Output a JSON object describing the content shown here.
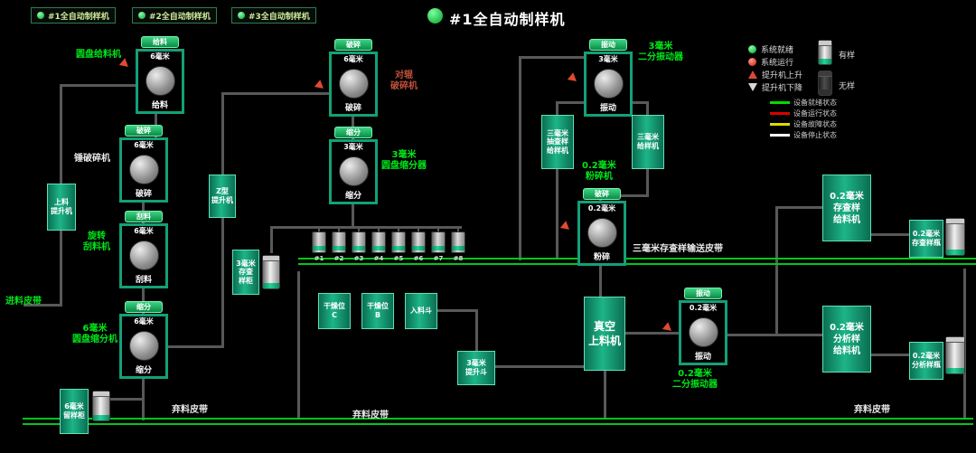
{
  "tabs": [
    {
      "label": "#1全自动制样机"
    },
    {
      "label": "#2全自动制样机"
    },
    {
      "label": "#3全自动制样机"
    }
  ],
  "header": {
    "title": "#1全自动制样机"
  },
  "machines": [
    {
      "tag": "给料",
      "size": "6毫米",
      "name": "给料"
    },
    {
      "tag": "破碎",
      "size": "6毫米",
      "name": "破碎"
    },
    {
      "tag": "刮料",
      "size": "6毫米",
      "name": "刮料"
    },
    {
      "tag": "缩分",
      "size": "6毫米",
      "name": "缩分"
    },
    {
      "tag": "破碎",
      "size": "6毫米",
      "name": "破碎"
    },
    {
      "tag": "缩分",
      "size": "3毫米",
      "name": "缩分"
    },
    {
      "tag": "振动",
      "size": "3毫米",
      "name": "振动"
    },
    {
      "tag": "破碎",
      "size": "0.2毫米",
      "name": "粉碎"
    },
    {
      "tag": "振动",
      "size": "0.2毫米",
      "name": "振动"
    }
  ],
  "labels": {
    "disc_feeder": "圆盘给料机",
    "hammer_crusher": "锤破碎机",
    "rotary_scraper": "旋转\n刮料机",
    "divider_6mm": "6毫米\n圆盘缩分机",
    "feed_belt": "进料皮带",
    "roller_crusher": "对辊\n破碎机",
    "disc_divider_3mm": "3毫米\n圆盘缩分器",
    "vibrator_3mm": "3毫米\n二分振动器",
    "pulverizer_02mm": "0.2毫米\n粉碎机",
    "vibrator_02mm": "0.2毫米\n二分振动器",
    "mid_belt": "三毫米存查样输送皮带",
    "waste_belt_1": "弃料皮带",
    "waste_belt_2": "弃料皮带",
    "waste_belt_3": "弃料皮带"
  },
  "blocks": {
    "loading_hoist": "上料\n提升机",
    "z_hoist": "Z型\n提升机",
    "store_3mm": "3毫米\n存查\n样柜",
    "retain_6mm": "6毫米\n留样柜",
    "dry_c": "干燥位\nC",
    "dry_b": "干燥位\nB",
    "inlet_hopper": "入料斗",
    "lift_3mm": "3毫米\n提升斗",
    "spot_feeder_3mm": "三毫米\n抽查样\n给样机",
    "feeder_3mm": "三毫米\n给样机",
    "vacuum_loader": "真空\n上料机",
    "store_feeder_02": "0.2毫米\n存查样\n给料机",
    "store_bottle_02": "0.2毫米\n存查样瓶",
    "analysis_feeder_02": "0.2毫米\n分析样\n给料机",
    "analysis_bottle_02": "0.2毫米\n分析样瓶"
  },
  "hoppers": [
    "#1",
    "#2",
    "#3",
    "#4",
    "#5",
    "#6",
    "#7",
    "#8"
  ],
  "legend": {
    "status": [
      {
        "label": "系统就绪",
        "color": "#22cc44"
      },
      {
        "label": "系统运行",
        "color": "#dd2222"
      },
      {
        "label": "提升机上升",
        "color": "#dd4a3a"
      },
      {
        "label": "提升机下降",
        "color": "#d8d8d8"
      }
    ],
    "samples": [
      {
        "label": "有样"
      },
      {
        "label": "无样"
      }
    ],
    "device_states": [
      {
        "label": "设备就绪状态",
        "color": "#00dd00"
      },
      {
        "label": "设备运行状态",
        "color": "#dd0000"
      },
      {
        "label": "设备故障状态",
        "color": "#dddd00"
      },
      {
        "label": "设备停止状态",
        "color": "#ffffff"
      }
    ]
  },
  "colors": {
    "accent_green": "#00e61a",
    "teal_block": "#1db587",
    "pipe_gray": "#585858",
    "conveyor_green": "#00c61e",
    "background": "#000000"
  }
}
